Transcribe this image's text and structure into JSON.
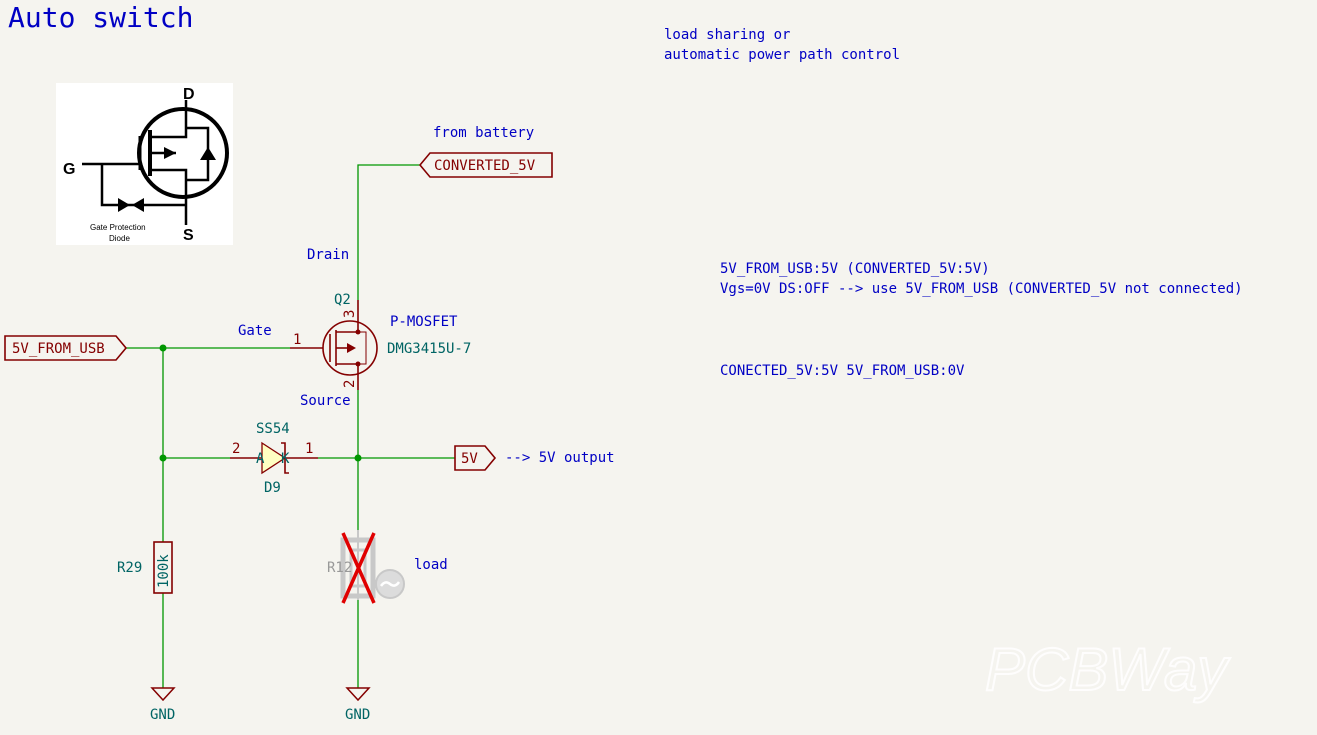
{
  "title": "Auto switch",
  "notes": {
    "top_line1": "load sharing or",
    "top_line2": "automatic power path control",
    "mode1_line1": "5V_FROM_USB:5V (CONVERTED_5V:5V)",
    "mode1_line2": "Vgs=0V  DS:OFF  --> use 5V_FROM_USB (CONVERTED_5V not connected)",
    "mode2": "CONECTED_5V:5V 5V_FROM_USB:0V",
    "from_battery": "from battery",
    "drain": "Drain",
    "gate": "Gate",
    "source": "Source",
    "output_arrow": "-->  5V output",
    "load": "load"
  },
  "reference_image": {
    "D": "D",
    "G": "G",
    "S": "S",
    "caption_line1": "Gate Protection",
    "caption_line2": "Diode"
  },
  "labels": {
    "converted_5v": "CONVERTED_5V",
    "usb_5v": "5V_FROM_USB",
    "out_5v": "5V"
  },
  "components": {
    "q2": {
      "ref": "Q2",
      "type": "P-MOSFET",
      "value": "DMG3415U-7",
      "pin_gate": "1",
      "pin_source": "2",
      "pin_drain": "3"
    },
    "d9": {
      "ref": "D9",
      "value": "SS54",
      "pin_a": "2",
      "pin_k": "1",
      "anode": "A",
      "cathode": "K"
    },
    "r29": {
      "ref": "R29",
      "value": "100k"
    },
    "r12": {
      "ref": "R12"
    },
    "gnd1": "GND",
    "gnd2": "GND"
  },
  "watermark": "PCBWay"
}
